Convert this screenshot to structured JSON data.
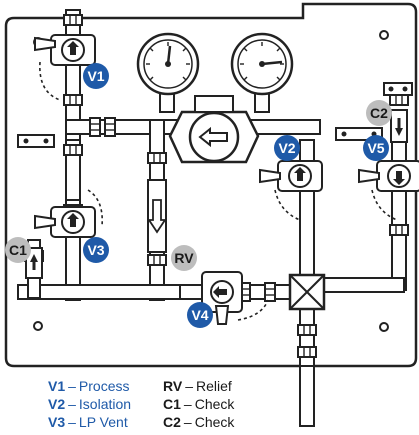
{
  "colors": {
    "panel_stroke": "#222222",
    "pipe_fill": "#ffffff",
    "valve_badge": "#1f5aa8",
    "check_badge": "#bdbdbd",
    "relief_badge": "#bdbdbd",
    "legend_blue": "#1f5aa8"
  },
  "badges": {
    "v1": "V1",
    "v2": "V2",
    "v3": "V3",
    "v4": "V4",
    "v5": "V5",
    "c1": "C1",
    "c2": "C2",
    "rv": "RV"
  },
  "legend": {
    "left": [
      {
        "code": "V1",
        "sep": "–",
        "label": "Process"
      },
      {
        "code": "V2",
        "sep": "–",
        "label": "Isolation"
      },
      {
        "code": "V3",
        "sep": "–",
        "label": "LP Vent"
      }
    ],
    "right": [
      {
        "code": "RV",
        "sep": "–",
        "label": "Relief"
      },
      {
        "code": "C1",
        "sep": "–",
        "label": "Check"
      },
      {
        "code": "C2",
        "sep": "–",
        "label": "Check"
      }
    ]
  },
  "icons": {
    "regulator": "arrow-left-icon",
    "valves": "arrow-up-icon",
    "relief": "arrow-down-icon",
    "gauges": "pressure-gauge-icon"
  }
}
